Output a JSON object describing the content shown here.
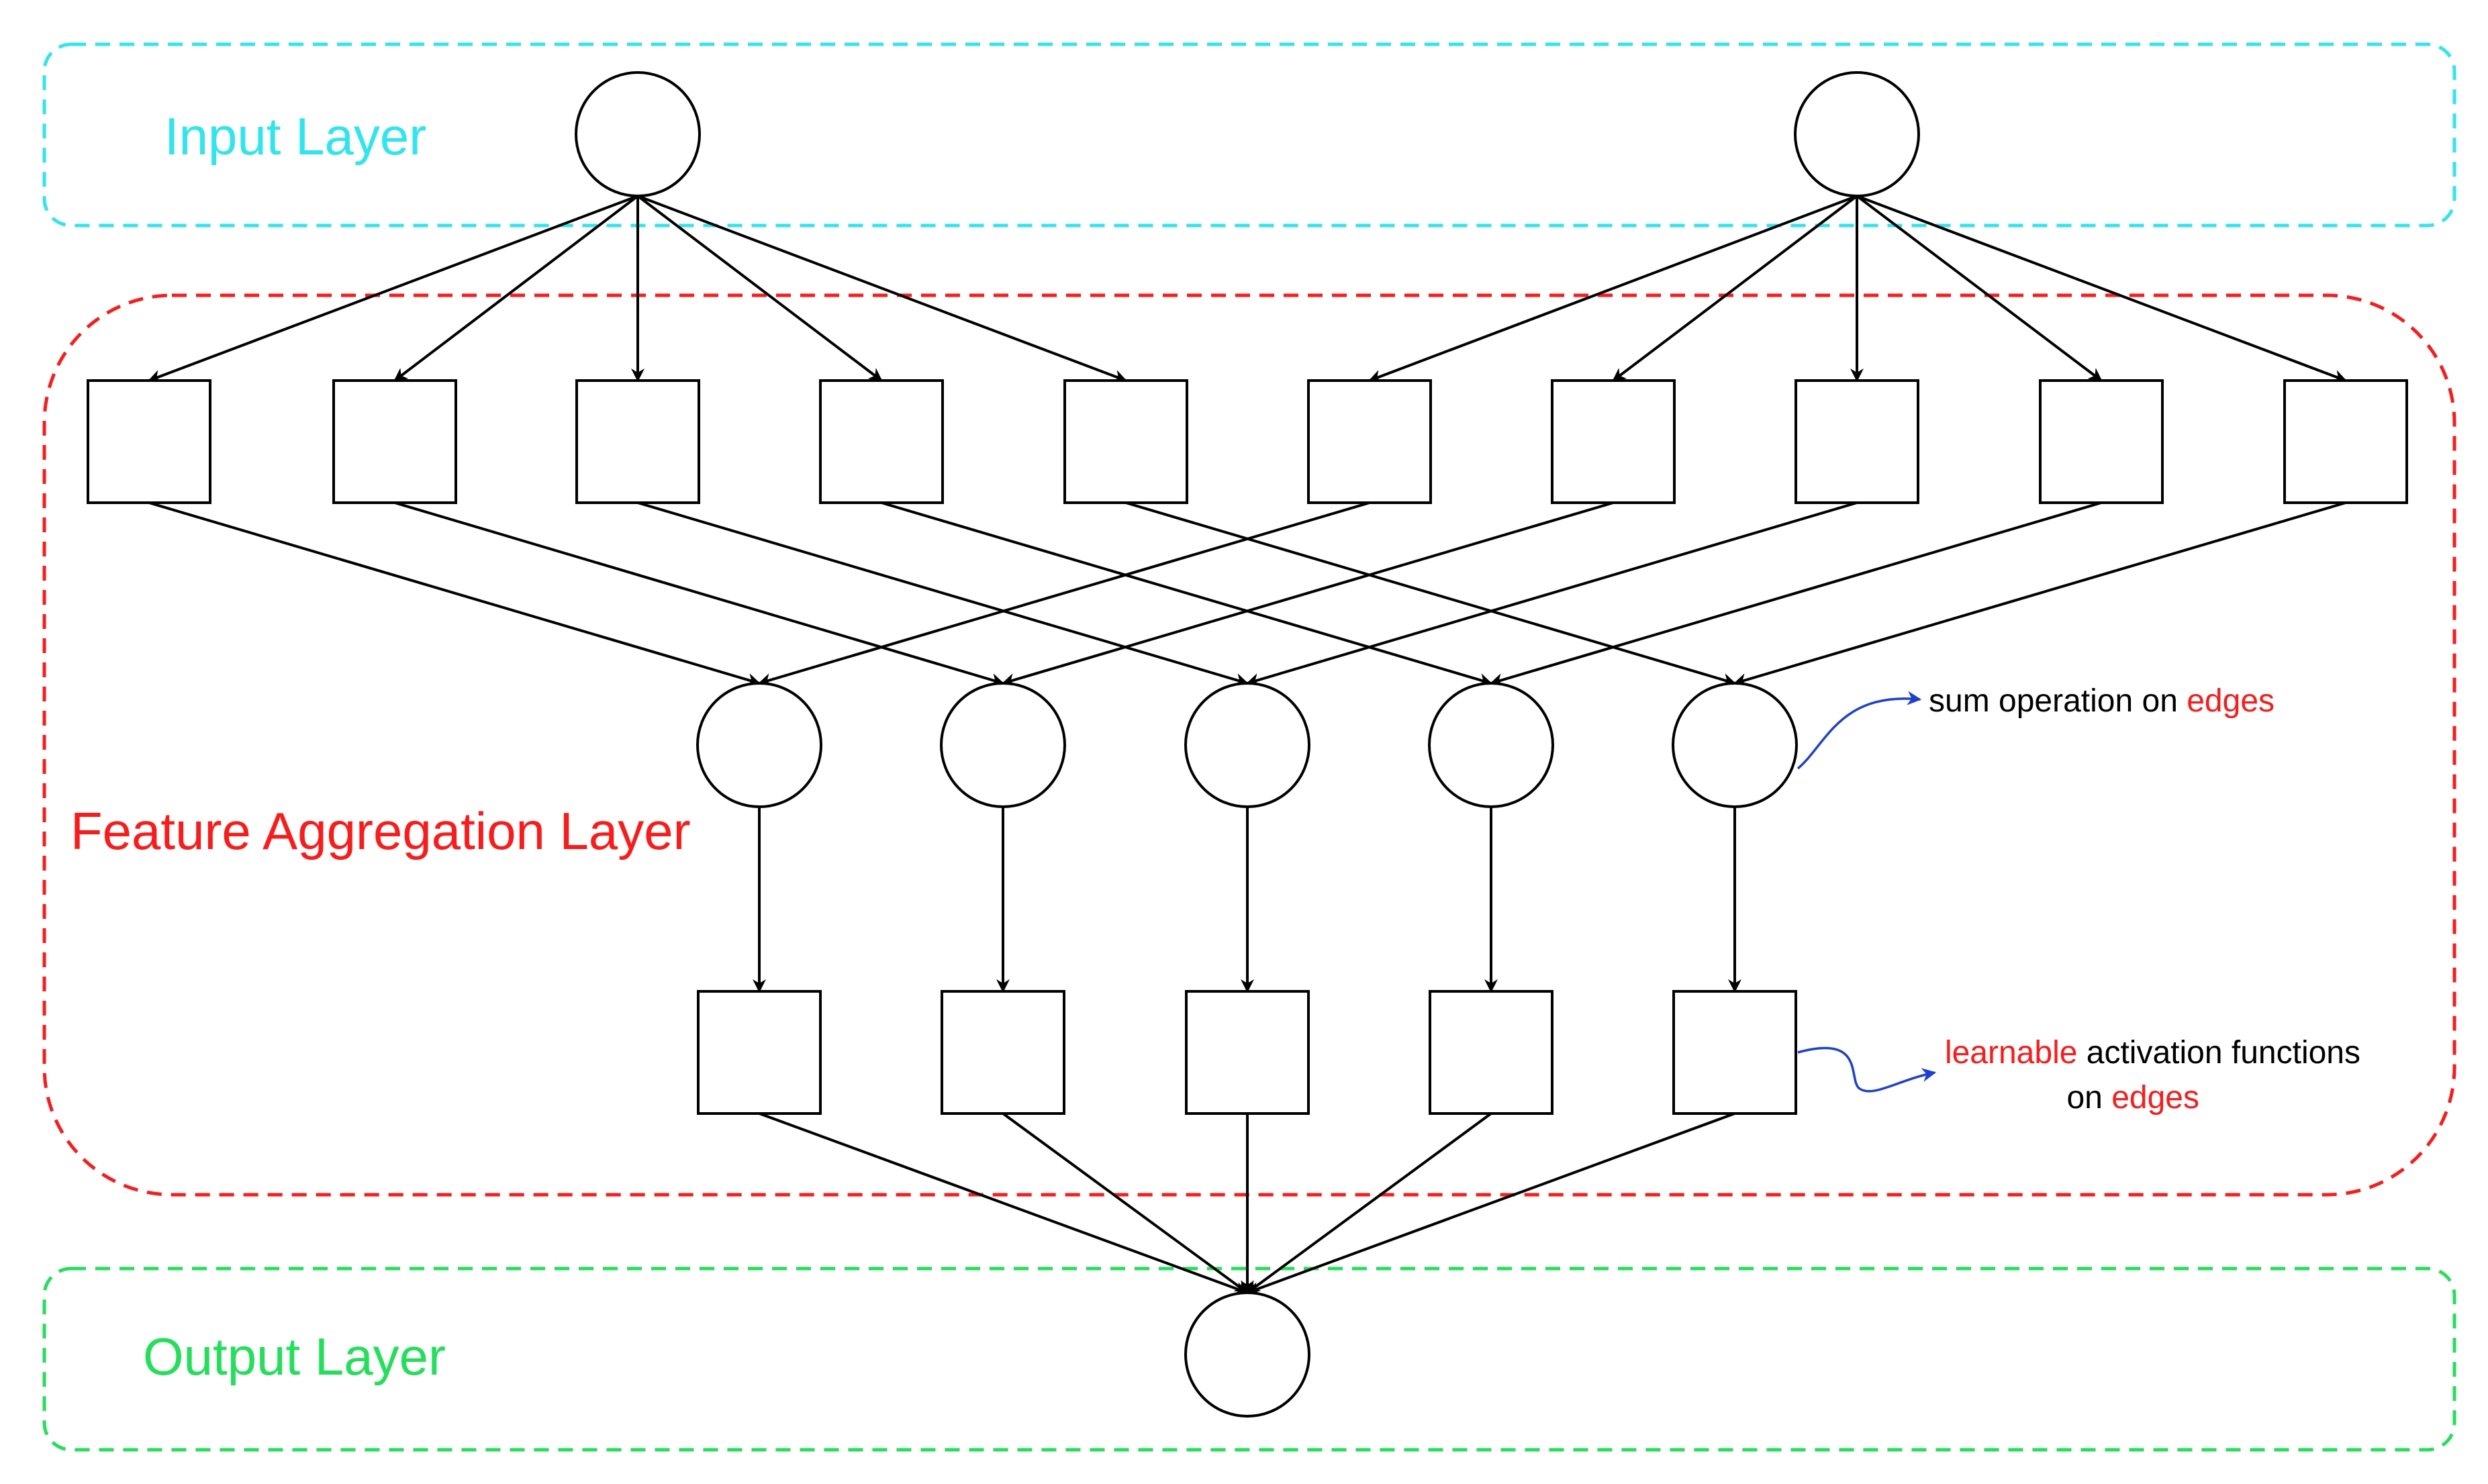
{
  "layers": {
    "input": {
      "label": "Input Layer",
      "color": "#2ee6ee"
    },
    "aggregation": {
      "label": "Feature Aggregation Layer",
      "color": "#ff1a1a"
    },
    "output": {
      "label": "Output Layer",
      "color": "#22e05a"
    }
  },
  "annotations": {
    "sum": {
      "text": "sum operation on ",
      "highlight": "edges"
    },
    "activation": {
      "line1_highlight": "learnable",
      "line1_text": " activation functions",
      "line2_text": "on ",
      "line2_highlight": "edges"
    }
  },
  "colors": {
    "stroke": "#000000",
    "annotation_arrow": "#1a3fd6",
    "highlight_text": "#ff1a1a",
    "body_text": "#000000"
  },
  "structure": {
    "input_nodes": 2,
    "edge_function_boxes": 10,
    "sum_nodes": 5,
    "activation_boxes": 5,
    "output_nodes": 1
  }
}
